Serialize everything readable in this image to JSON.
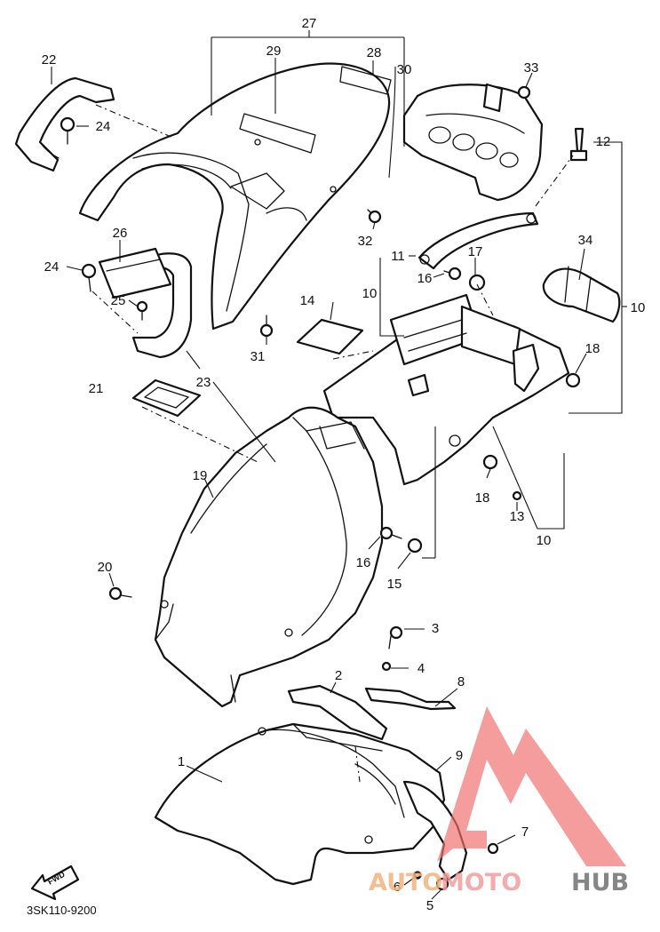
{
  "diagram": {
    "callouts": [
      {
        "id": "c1",
        "label": "1"
      },
      {
        "id": "c2",
        "label": "2"
      },
      {
        "id": "c3",
        "label": "3"
      },
      {
        "id": "c4",
        "label": "4"
      },
      {
        "id": "c5",
        "label": "5"
      },
      {
        "id": "c6",
        "label": "6"
      },
      {
        "id": "c7",
        "label": "7"
      },
      {
        "id": "c8",
        "label": "8"
      },
      {
        "id": "c9",
        "label": "9"
      },
      {
        "id": "c10a",
        "label": "10"
      },
      {
        "id": "c10b",
        "label": "10"
      },
      {
        "id": "c10c",
        "label": "10"
      },
      {
        "id": "c11",
        "label": "11"
      },
      {
        "id": "c12",
        "label": "12"
      },
      {
        "id": "c13",
        "label": "13"
      },
      {
        "id": "c14",
        "label": "14"
      },
      {
        "id": "c15",
        "label": "15"
      },
      {
        "id": "c16a",
        "label": "16"
      },
      {
        "id": "c16b",
        "label": "16"
      },
      {
        "id": "c17",
        "label": "17"
      },
      {
        "id": "c18a",
        "label": "18"
      },
      {
        "id": "c18b",
        "label": "18"
      },
      {
        "id": "c19",
        "label": "19"
      },
      {
        "id": "c20",
        "label": "20"
      },
      {
        "id": "c21",
        "label": "21"
      },
      {
        "id": "c22",
        "label": "22"
      },
      {
        "id": "c23",
        "label": "23"
      },
      {
        "id": "c24a",
        "label": "24"
      },
      {
        "id": "c24b",
        "label": "24"
      },
      {
        "id": "c25",
        "label": "25"
      },
      {
        "id": "c26",
        "label": "26"
      },
      {
        "id": "c27",
        "label": "27"
      },
      {
        "id": "c28",
        "label": "28"
      },
      {
        "id": "c29",
        "label": "29"
      },
      {
        "id": "c30",
        "label": "30"
      },
      {
        "id": "c31",
        "label": "31"
      },
      {
        "id": "c32",
        "label": "32"
      },
      {
        "id": "c33",
        "label": "33"
      },
      {
        "id": "c34",
        "label": "34"
      }
    ],
    "drawing_code": "3SK110-9200",
    "forward_marker": "FWD"
  },
  "watermark": {
    "part_auto": "AUTO",
    "part_moto": "MOTO",
    "part_hub": "HUB",
    "colors": {
      "triangle": "#f07070",
      "auto": "#f2b37f",
      "moto": "#f29d9d",
      "hub": "#7a7a7a"
    }
  }
}
